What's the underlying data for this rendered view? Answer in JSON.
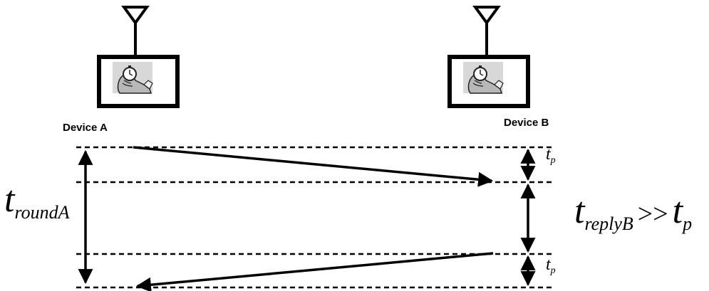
{
  "devices": {
    "a": {
      "label": "Device A",
      "icon": "hand-stopwatch-icon"
    },
    "b": {
      "label": "Device B",
      "icon": "hand-stopwatch-icon"
    }
  },
  "labels": {
    "t_round_base": "t",
    "t_round_sub": "roundA",
    "t_reply_base": "t",
    "t_reply_sub": "replyB",
    "gg": ">>",
    "tp_base": "t",
    "tp_sub": "p",
    "tp1_base": "t",
    "tp1_sub": "p",
    "tp2_base": "t",
    "tp2_sub": "p"
  },
  "colors": {
    "ink": "#000000",
    "background": "#ffffff"
  }
}
